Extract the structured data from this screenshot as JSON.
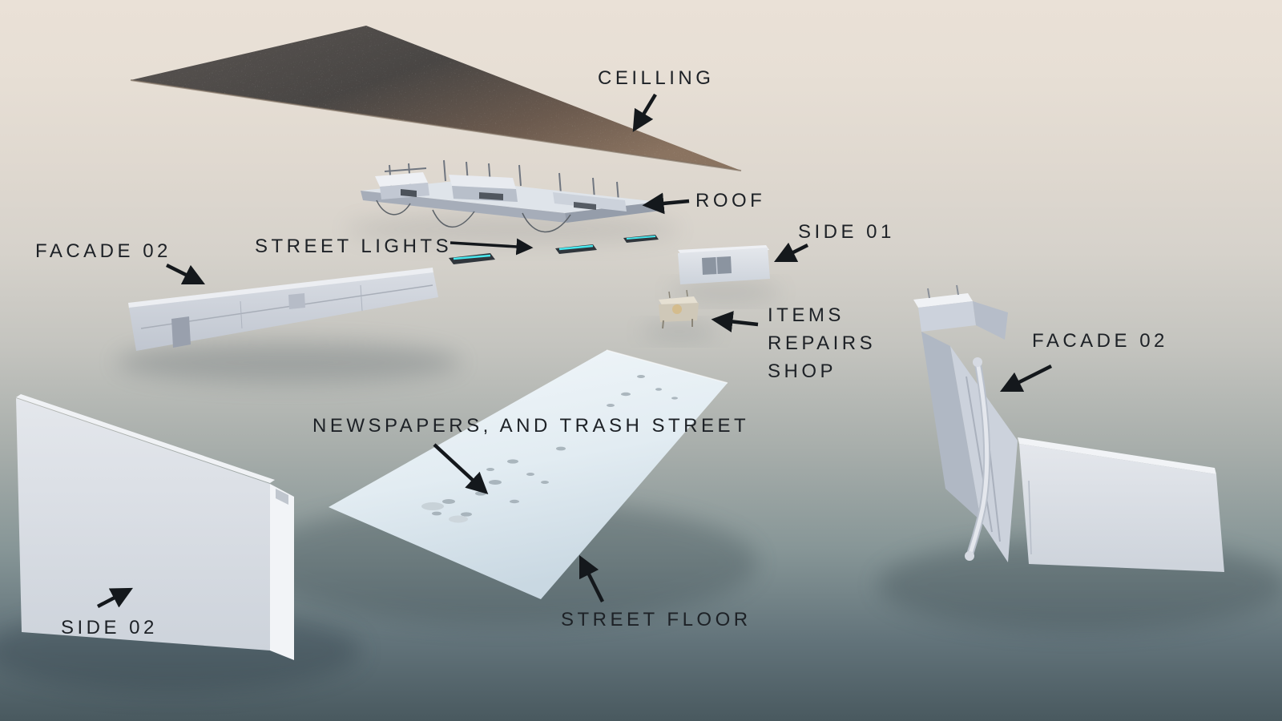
{
  "diagram": {
    "type": "exploded-view-3d-model",
    "labels": {
      "ceiling": "CEILLING",
      "roof": "ROOF",
      "street_lights": "STREET LIGHTS",
      "side_01": "SIDE 01",
      "facade_02_left": "FACADE 02",
      "items_repairs_shop": "ITEMS REPAIRS SHOP",
      "facade_02_right": "FACADE 02",
      "newspapers": "NEWSPAPERS, AND TRASH STREET",
      "street_floor": "STREET FLOOR",
      "side_02": "SIDE 02"
    },
    "colors": {
      "background_top": "#eae1d7",
      "background_bottom": "#49595f",
      "ceiling_dark": "#4b4845",
      "ceiling_rust": "#8a7360",
      "model_light": "#d6dbe3",
      "model_lighter": "#eef0f4",
      "label_text": "#1d2126",
      "arrow_color": "#14181c",
      "street_light_accent": "#49e8ee",
      "floor_top": "#f2f7fa",
      "floor_bottom": "#c9d8e2"
    }
  }
}
